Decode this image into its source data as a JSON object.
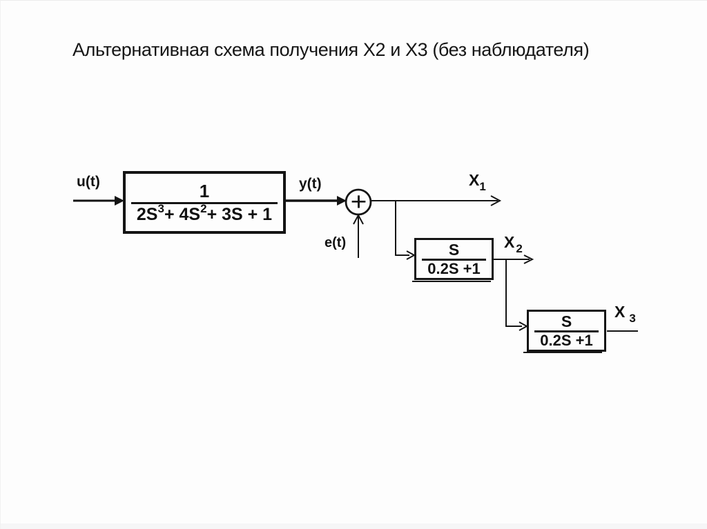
{
  "title": "Альтернативная схема получения Х2 и Х3 (без наблюдателя)",
  "diagram": {
    "signals": {
      "input": "u(t)",
      "output": "y(t)",
      "error": "e(t)",
      "sum_sign": "+",
      "x1": {
        "base": "X",
        "sub": "1"
      },
      "x2": {
        "base": "X",
        "sub": "2"
      },
      "x3": {
        "base": "X",
        "sub": "3"
      }
    },
    "blocks": {
      "plant": {
        "num": "1",
        "den": [
          {
            "t": "2S",
            "sup": "3"
          },
          {
            "t": "+ 4S",
            "sup": "2"
          },
          {
            "t": "+ 3S + 1",
            "sup": ""
          }
        ]
      },
      "diff1": {
        "num": "S",
        "den": "0.2S +1"
      },
      "diff2": {
        "num": "S",
        "den": "0.2S +1"
      }
    },
    "colors": {
      "line": "#141414",
      "background": "#fdfdfd"
    }
  }
}
